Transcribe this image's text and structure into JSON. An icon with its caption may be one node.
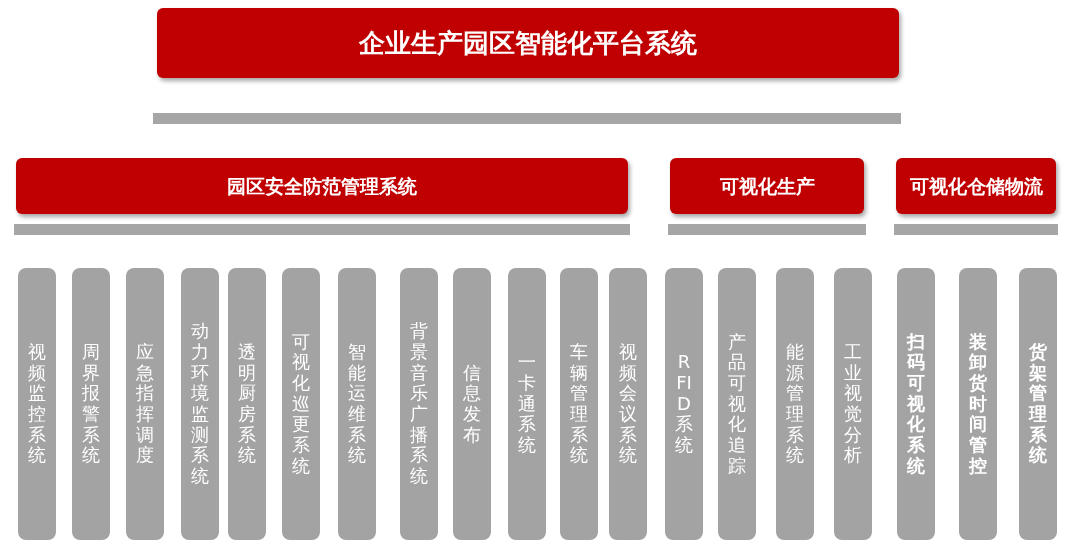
{
  "diagram": {
    "nodes": [
      {
        "text": [
          "企业生产园区智能化平台系统"
        ]
      },
      {
        "text": [
          "园区安全防范管理系统"
        ]
      },
      {
        "text": [
          "可视化生产"
        ]
      },
      {
        "text": [
          "可视化仓储物流"
        ]
      },
      {
        "text": [
          "视频监控系统"
        ]
      },
      {
        "text": [
          "周界报警系统"
        ]
      },
      {
        "text": [
          "应急指挥调度"
        ]
      },
      {
        "text": [
          "动力环境监测系统"
        ]
      },
      {
        "text": [
          "透明厨房系统"
        ]
      },
      {
        "text": [
          "可视化巡更系统"
        ]
      },
      {
        "text": [
          "智能运维系统"
        ]
      },
      {
        "text": [
          "背景音乐广播系统"
        ]
      },
      {
        "text": [
          "信息发布"
        ]
      },
      {
        "text": [
          "一卡通系统"
        ]
      },
      {
        "text": [
          "车辆管理系统"
        ]
      },
      {
        "text": [
          "视频会议系统"
        ]
      },
      {
        "text": [
          "RFID系统"
        ]
      },
      {
        "text": [
          "产品可视化追踪"
        ]
      },
      {
        "text": [
          "能源管理系统"
        ]
      },
      {
        "text": [
          "工业视觉分析"
        ]
      },
      {
        "text": [
          "扫码可视化系统"
        ]
      },
      {
        "text": [
          "装卸货时间管控"
        ]
      },
      {
        "text": [
          "货架管理系统"
        ]
      }
    ]
  }
}
